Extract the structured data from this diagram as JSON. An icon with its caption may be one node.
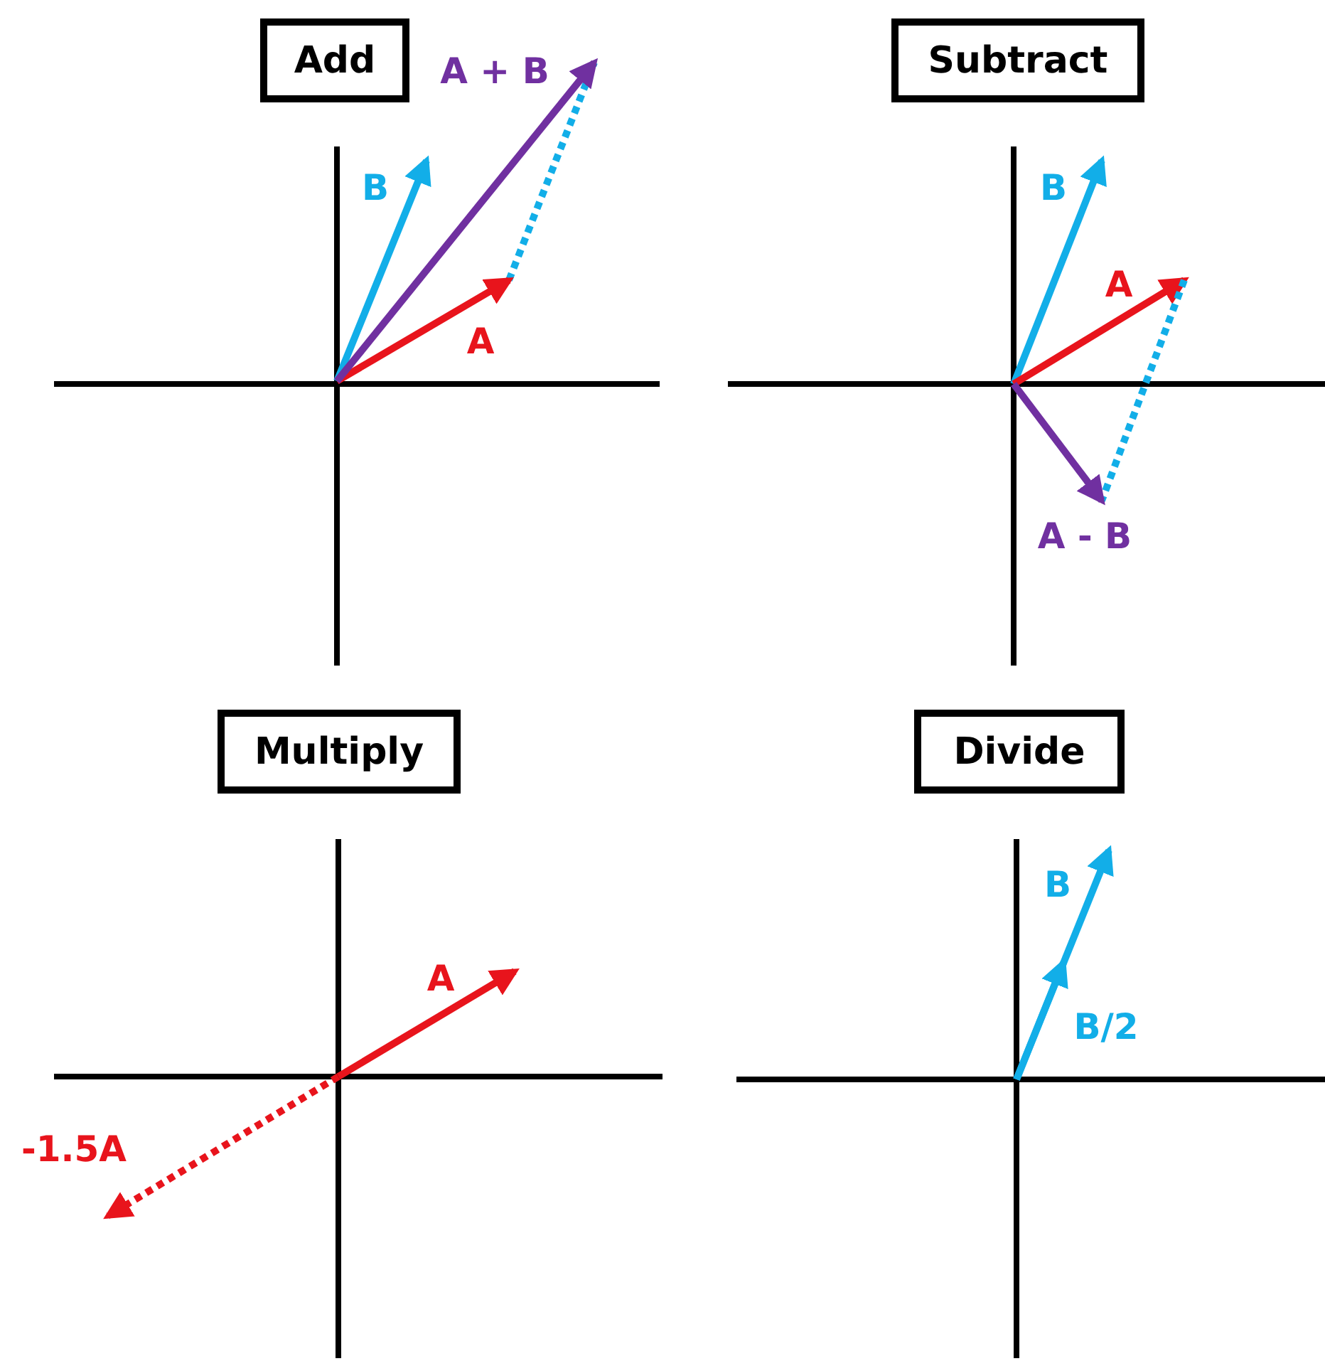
{
  "diagram": {
    "nodes": [
      {
        "text": [
          "Add"
        ]
      },
      {
        "text": [
          "Subtract"
        ]
      },
      {
        "text": [
          "Multiply"
        ]
      },
      {
        "text": [
          "Divide"
        ]
      }
    ],
    "labels": [
      "A + B",
      "B",
      "A",
      "B",
      "A",
      "A - B",
      "A",
      "-1.5A",
      "B",
      "B/2"
    ]
  }
}
